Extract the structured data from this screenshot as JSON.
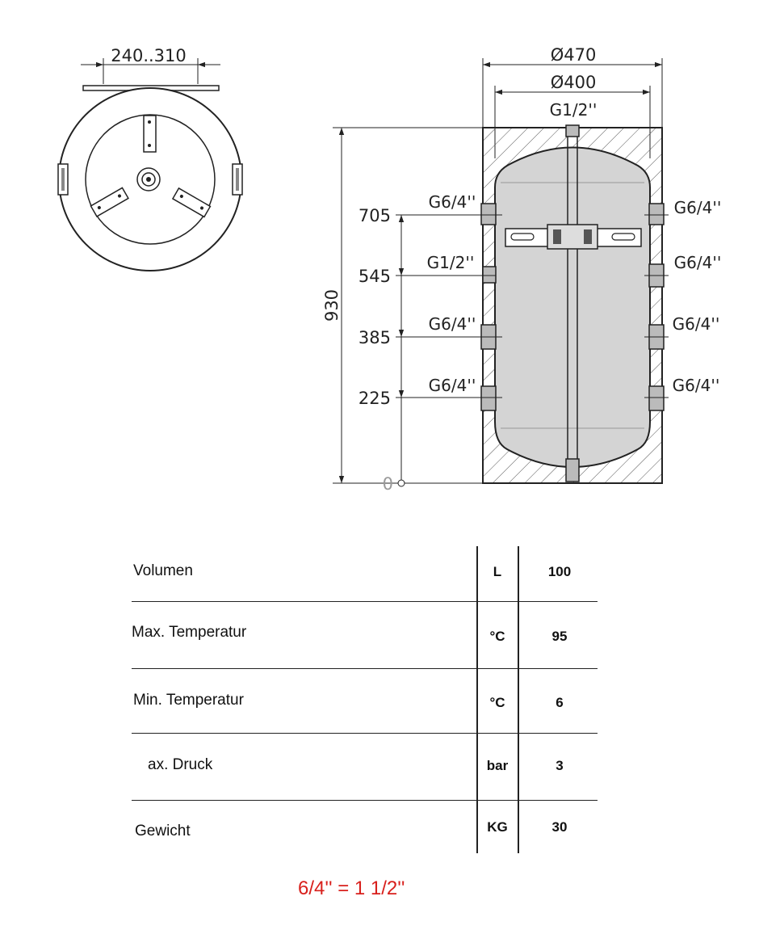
{
  "top_view": {
    "bracket_range": "240..310"
  },
  "side_view": {
    "outer_diameter": "Ø470",
    "inner_diameter": "Ø400",
    "top_connection": "G1/2''",
    "height": "930",
    "levels": [
      "705",
      "545",
      "385",
      "225",
      "0"
    ],
    "left_connections": [
      "G6/4''",
      "G1/2''",
      "G6/4''",
      "G6/4''"
    ],
    "right_connections": [
      "G6/4''",
      "G6/4''",
      "G6/4''",
      "G6/4''"
    ]
  },
  "specs": {
    "rows": [
      {
        "name": "Volumen",
        "unit": "L",
        "value": "100"
      },
      {
        "name": "Max. Temperatur",
        "unit": "°C",
        "value": "95"
      },
      {
        "name": "Min. Temperatur",
        "unit": "°C",
        "value": "6"
      },
      {
        "name": "ax. Druck",
        "unit": "bar",
        "value": "3"
      },
      {
        "name": "Gewicht",
        "unit": "KG",
        "value": "30"
      }
    ]
  },
  "footnote": "6/4'' = 1 1/2''",
  "colors": {
    "line": "#222222",
    "hatch": "#555555",
    "tank_fill": "#cfcfcf",
    "footnote": "#d8201c"
  }
}
